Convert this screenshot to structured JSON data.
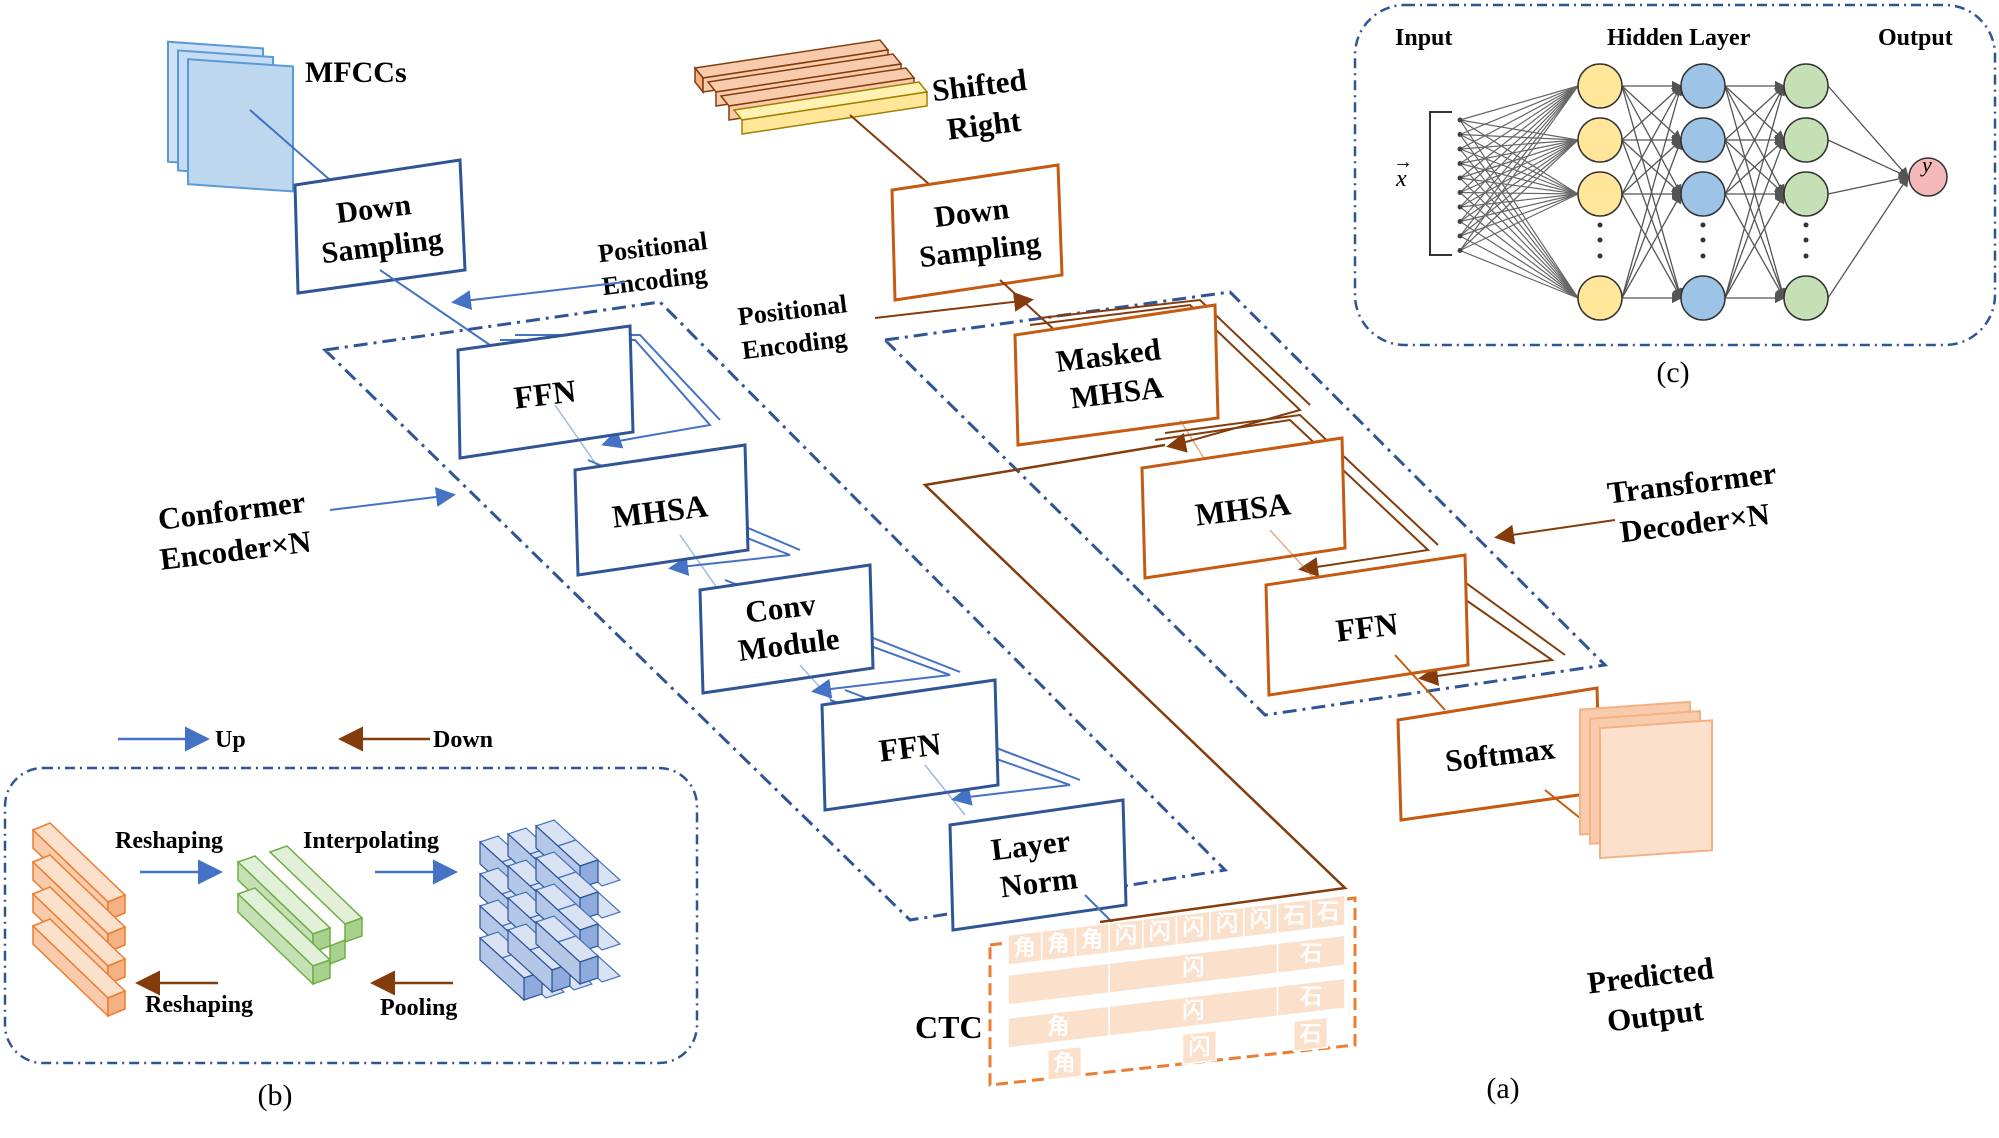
{
  "panel_a": {
    "caption": "(a)",
    "encoder": {
      "input_label": "MFCCs",
      "down_sampling": [
        "Down",
        "Sampling"
      ],
      "positional_encoding": [
        "Positional",
        "Encoding"
      ],
      "stack_label": [
        "Conformer",
        "Encoder×N"
      ],
      "blocks": [
        {
          "lines": [
            "FFN"
          ]
        },
        {
          "lines": [
            "MHSA"
          ]
        },
        {
          "lines": [
            "Conv",
            "Module"
          ]
        },
        {
          "lines": [
            "FFN"
          ]
        },
        {
          "lines": [
            "Layer",
            "Norm"
          ]
        }
      ],
      "color": "#2f5597"
    },
    "decoder": {
      "input_label": [
        "Shifted",
        "Right"
      ],
      "down_sampling": [
        "Down",
        "Sampling"
      ],
      "positional_encoding": [
        "Positional",
        "Encoding"
      ],
      "stack_label": [
        "Transformer",
        "Decoder×N"
      ],
      "blocks": [
        {
          "lines": [
            "Masked",
            "MHSA"
          ]
        },
        {
          "lines": [
            "MHSA"
          ]
        },
        {
          "lines": [
            "FFN"
          ]
        }
      ],
      "softmax": "Softmax",
      "output_label": [
        "Predicted",
        "Output"
      ],
      "color": "#c55a11"
    },
    "ctc": {
      "label": "CTC",
      "row1": [
        "角",
        "角",
        "角",
        "闪",
        "闪",
        "闪",
        "闪",
        "闪",
        "石",
        "石"
      ],
      "row2": [
        "闪",
        "石"
      ],
      "row3": [
        "角",
        "闪",
        "石"
      ],
      "row4": [
        "角",
        "闪",
        "石"
      ]
    },
    "legend": {
      "up": "Up",
      "down": "Down",
      "up_color": "#4472c4",
      "down_color": "#843c0c"
    }
  },
  "panel_b": {
    "caption": "(b)",
    "labels": {
      "reshaping_top": "Reshaping",
      "interpolating": "Interpolating",
      "reshaping_bottom": "Reshaping",
      "pooling": "Pooling"
    }
  },
  "panel_c": {
    "caption": "(c)",
    "labels": {
      "input": "Input",
      "hidden": "Hidden Layer",
      "output": "Output",
      "x": "x",
      "x_arrow": "→",
      "y": "y"
    },
    "layer_colors": [
      "#ffe699",
      "#9dc3e6",
      "#c5e0b4"
    ],
    "output_color": "#f4b8b8"
  }
}
